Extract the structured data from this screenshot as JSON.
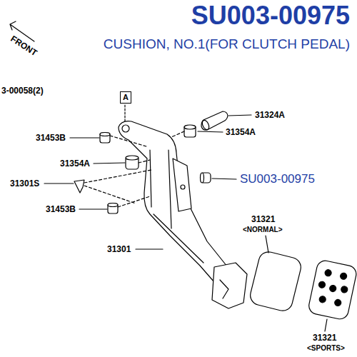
{
  "diagram": {
    "title": "SU003-00975",
    "nodes": [
      {
        "text": [
          "A"
        ]
      }
    ],
    "labels": [
      "CUSHION, NO.1(FOR CLUTCH PEDAL)",
      "FRONT",
      "3-00058(2)",
      "31324A",
      "31453B",
      "31354A",
      "31354A",
      "SU003-00975",
      "31301S",
      "31453B",
      "31321",
      "<NORMAL>",
      "31301",
      "31321",
      "<SPORTS>"
    ]
  }
}
